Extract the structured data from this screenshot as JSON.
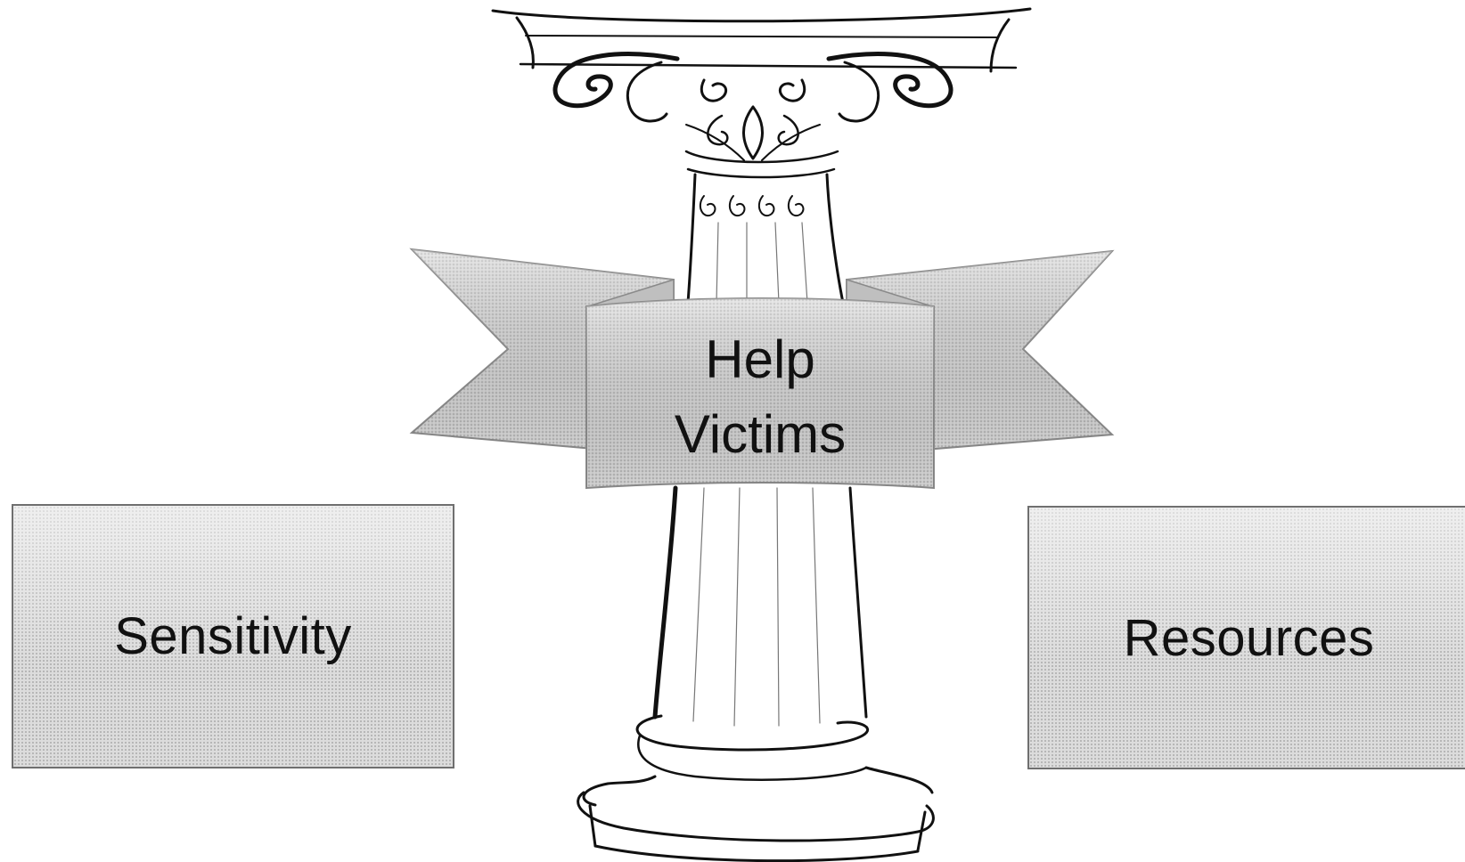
{
  "banner": {
    "line1": "Help",
    "line2": "Victims"
  },
  "boxes": {
    "left_label": "Sensitivity",
    "right_label": "Resources"
  },
  "colors": {
    "fill": "#d9d9d9",
    "stroke": "#111111",
    "border": "#6f6f6f"
  },
  "icons": {
    "column": "ionic-column-icon",
    "ribbon": "ribbon-banner-icon"
  }
}
